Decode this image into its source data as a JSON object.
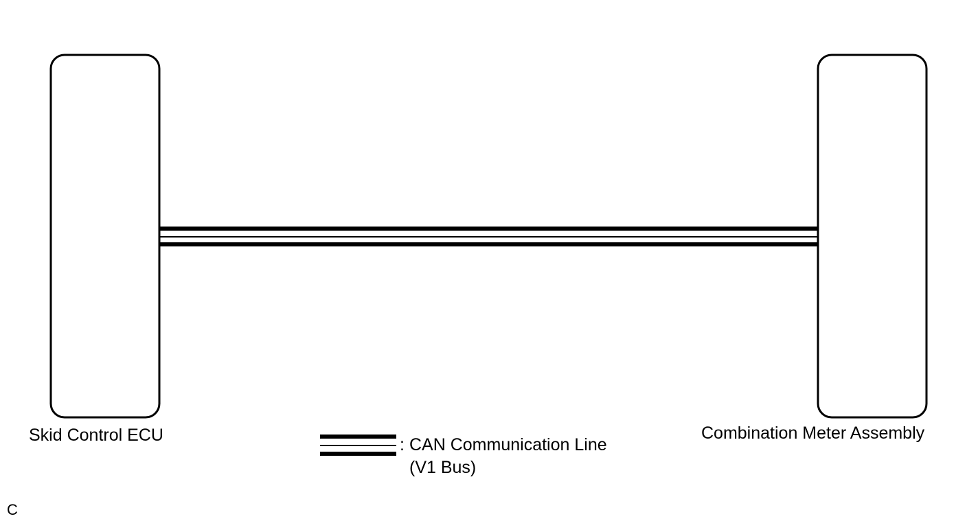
{
  "nodes": {
    "left": {
      "label": "Skid Control ECU"
    },
    "right": {
      "label": "Combination Meter Assembly"
    }
  },
  "legend": {
    "separator": ":",
    "line1": "CAN Communication Line",
    "line2": "(V1 Bus)"
  },
  "figure_code": "C",
  "colors": {
    "line": "#000000",
    "background": "#ffffff"
  }
}
